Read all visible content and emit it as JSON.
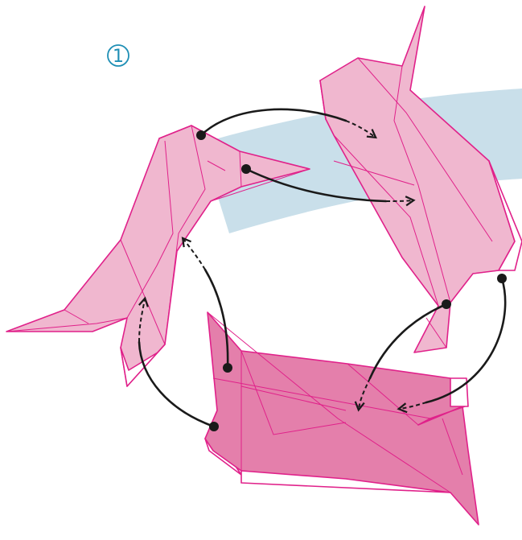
{
  "step": {
    "number": "1"
  },
  "colors": {
    "unit_fill_light": "#f0b7cf",
    "unit_fill_dark": "#e47fab",
    "unit_outline": "#e0218a",
    "background_band": "#c9dfea",
    "arrow": "#1a1a1a",
    "step_number": "#1f8fb5"
  },
  "units": [
    {
      "name": "left-unit",
      "shade": "light"
    },
    {
      "name": "top-right-unit",
      "shade": "light"
    },
    {
      "name": "bottom-unit",
      "shade": "dark"
    }
  ],
  "arrows": [
    {
      "name": "left-to-top-right-upper",
      "style": "solid-then-dashed"
    },
    {
      "name": "left-to-top-right-lower",
      "style": "solid-then-dashed"
    },
    {
      "name": "top-right-to-bottom-left",
      "style": "solid-then-dashed"
    },
    {
      "name": "top-right-to-bottom-right",
      "style": "solid-then-dashed"
    },
    {
      "name": "bottom-to-left-upper",
      "style": "solid-then-dashed"
    },
    {
      "name": "bottom-to-left-lower",
      "style": "solid-then-dashed"
    }
  ]
}
